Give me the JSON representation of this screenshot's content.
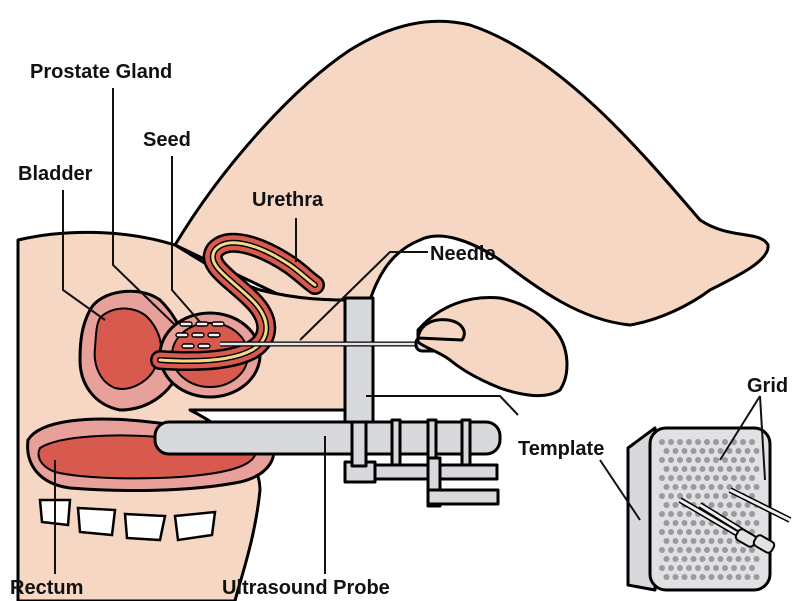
{
  "labels": {
    "prostate_gland": "Prostate Gland",
    "seed": "Seed",
    "bladder": "Bladder",
    "urethra": "Urethra",
    "needle": "Needle",
    "template": "Template",
    "grid": "Grid",
    "rectum": "Rectum",
    "ultrasound_probe": "Ultrasound Probe"
  },
  "colors": {
    "skin": "#f6d7c3",
    "organ_light": "#e8a09a",
    "organ_dark": "#d85a4f",
    "urethra_yellow": "#f2d98a",
    "metal": "#d7d9dc",
    "template_face": "#e1e1e3",
    "outline": "#000000"
  }
}
